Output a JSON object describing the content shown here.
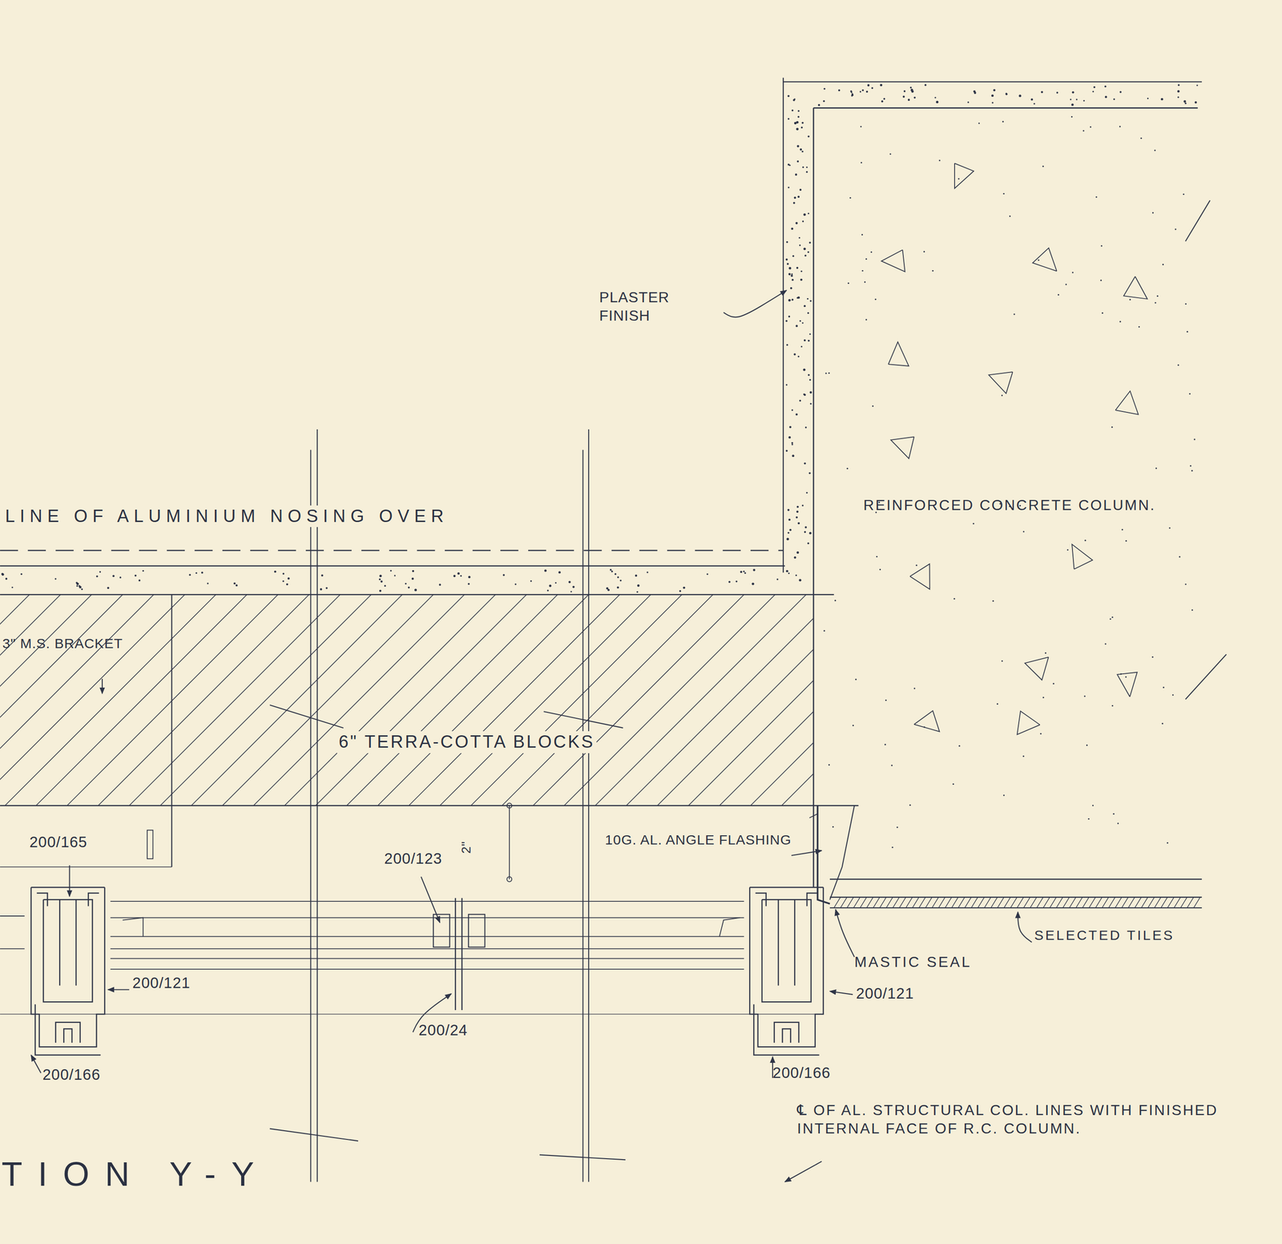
{
  "diagram": {
    "labels": [
      "LINE OF ALUMINIUM NOSING OVER",
      "PLASTER FINISH",
      "REINFORCED CONCRETE COLUMN.",
      "3\" M.S. BRACKET",
      "6\" TERRA-COTTA BLOCKS",
      "200/165",
      "200/123",
      "2\"",
      "10G. AL. ANGLE FLASHING",
      "200/121",
      "200/24",
      "200/166",
      "MASTIC SEAL",
      "200/121",
      "200/166",
      "SELECTED TILES",
      "℄ OF AL. STRUCTURAL COL. LINES WITH FINISHED INTERNAL FACE OF R.C. COLUMN.",
      "TION Y-Y"
    ]
  }
}
